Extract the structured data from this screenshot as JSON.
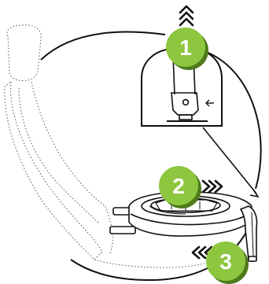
{
  "steps": [
    {
      "number": "1",
      "arrow": "up-chevrons"
    },
    {
      "number": "2",
      "arrow": "right-chevrons"
    },
    {
      "number": "3",
      "arrow": "left-chevrons"
    }
  ],
  "colors": {
    "badge": "#8dc63f",
    "badge_shadow": "#4e7a1c",
    "line": "#111111",
    "seat_outline": "#555555",
    "background": "#ffffff"
  },
  "icons": [
    "seat-outline",
    "base-unit",
    "support-leg",
    "latch-detail",
    "release-arrow"
  ]
}
